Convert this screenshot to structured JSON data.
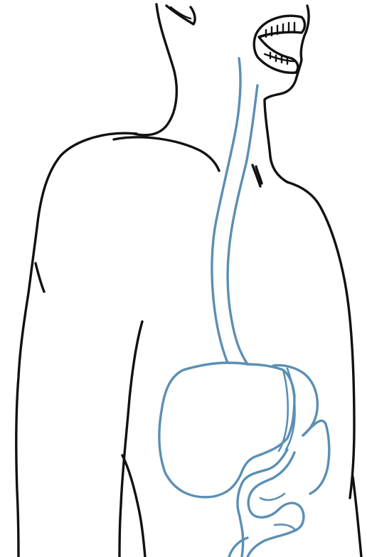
{
  "figure": {
    "colors": {
      "outline": "#111111",
      "digestive_tract": "#5b8fb4",
      "background": "#ffffff"
    },
    "parts": [
      "head-outline",
      "ear",
      "open-mouth-with-teeth",
      "neck",
      "shoulders",
      "arms",
      "torso",
      "esophagus",
      "stomach",
      "pancreas",
      "spleen",
      "small-intestine"
    ]
  }
}
